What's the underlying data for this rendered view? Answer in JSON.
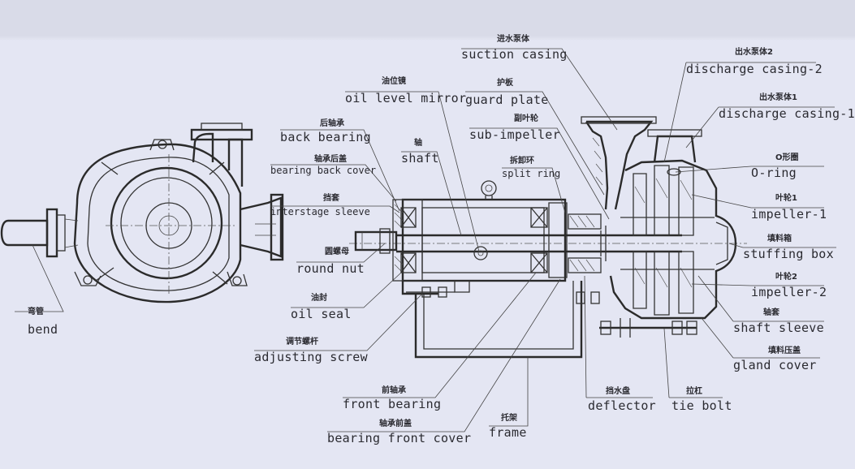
{
  "labels": {
    "suction_casing": {
      "zh": "进水泵体",
      "en": "suction casing"
    },
    "discharge_casing_2": {
      "zh": "出水泵体2",
      "en": "discharge casing-2"
    },
    "discharge_casing_1": {
      "zh": "出水泵体1",
      "en": "discharge casing-1"
    },
    "oil_level_mirror": {
      "zh": "油位镜",
      "en": "oil level mirror"
    },
    "guard_plate": {
      "zh": "护板",
      "en": "guard plate"
    },
    "sub_impeller": {
      "zh": "副叶轮",
      "en": "sub-impeller"
    },
    "back_bearing": {
      "zh": "后轴承",
      "en": "back bearing"
    },
    "bearing_back_cover": {
      "zh": "轴承后盖",
      "en": "bearing back cover"
    },
    "shaft": {
      "zh": "轴",
      "en": "shaft"
    },
    "split_ring": {
      "zh": "拆卸环",
      "en": "split ring"
    },
    "o_ring": {
      "zh": "O形圈",
      "en": "O-ring"
    },
    "interstage_sleeve": {
      "zh": "挡套",
      "en": "interstage sleeve"
    },
    "impeller_1": {
      "zh": "叶轮1",
      "en": "impeller-1"
    },
    "round_nut": {
      "zh": "圆螺母",
      "en": "round nut"
    },
    "stuffing_box": {
      "zh": "填料箱",
      "en": "stuffing box"
    },
    "impeller_2": {
      "zh": "叶轮2",
      "en": "impeller-2"
    },
    "oil_seal": {
      "zh": "油封",
      "en": "oil seal"
    },
    "bend": {
      "zh": "弯管",
      "en": "bend"
    },
    "shaft_sleeve": {
      "zh": "轴套",
      "en": "shaft sleeve"
    },
    "adjusting_screw": {
      "zh": "调节螺杆",
      "en": "adjusting screw"
    },
    "gland_cover": {
      "zh": "填料压盖",
      "en": "gland cover"
    },
    "front_bearing": {
      "zh": "前轴承",
      "en": "front bearing"
    },
    "deflector": {
      "zh": "挡水盘",
      "en": "deflector"
    },
    "tie_bolt": {
      "zh": "拉杠",
      "en": "tie bolt"
    },
    "bearing_front_cover": {
      "zh": "轴承前盖",
      "en": "bearing front cover"
    },
    "frame": {
      "zh": "托架",
      "en": "frame"
    }
  },
  "colors": {
    "background": "#e4e6f3",
    "header_band": "#d9dbe8",
    "ink": "#2a2a30"
  }
}
